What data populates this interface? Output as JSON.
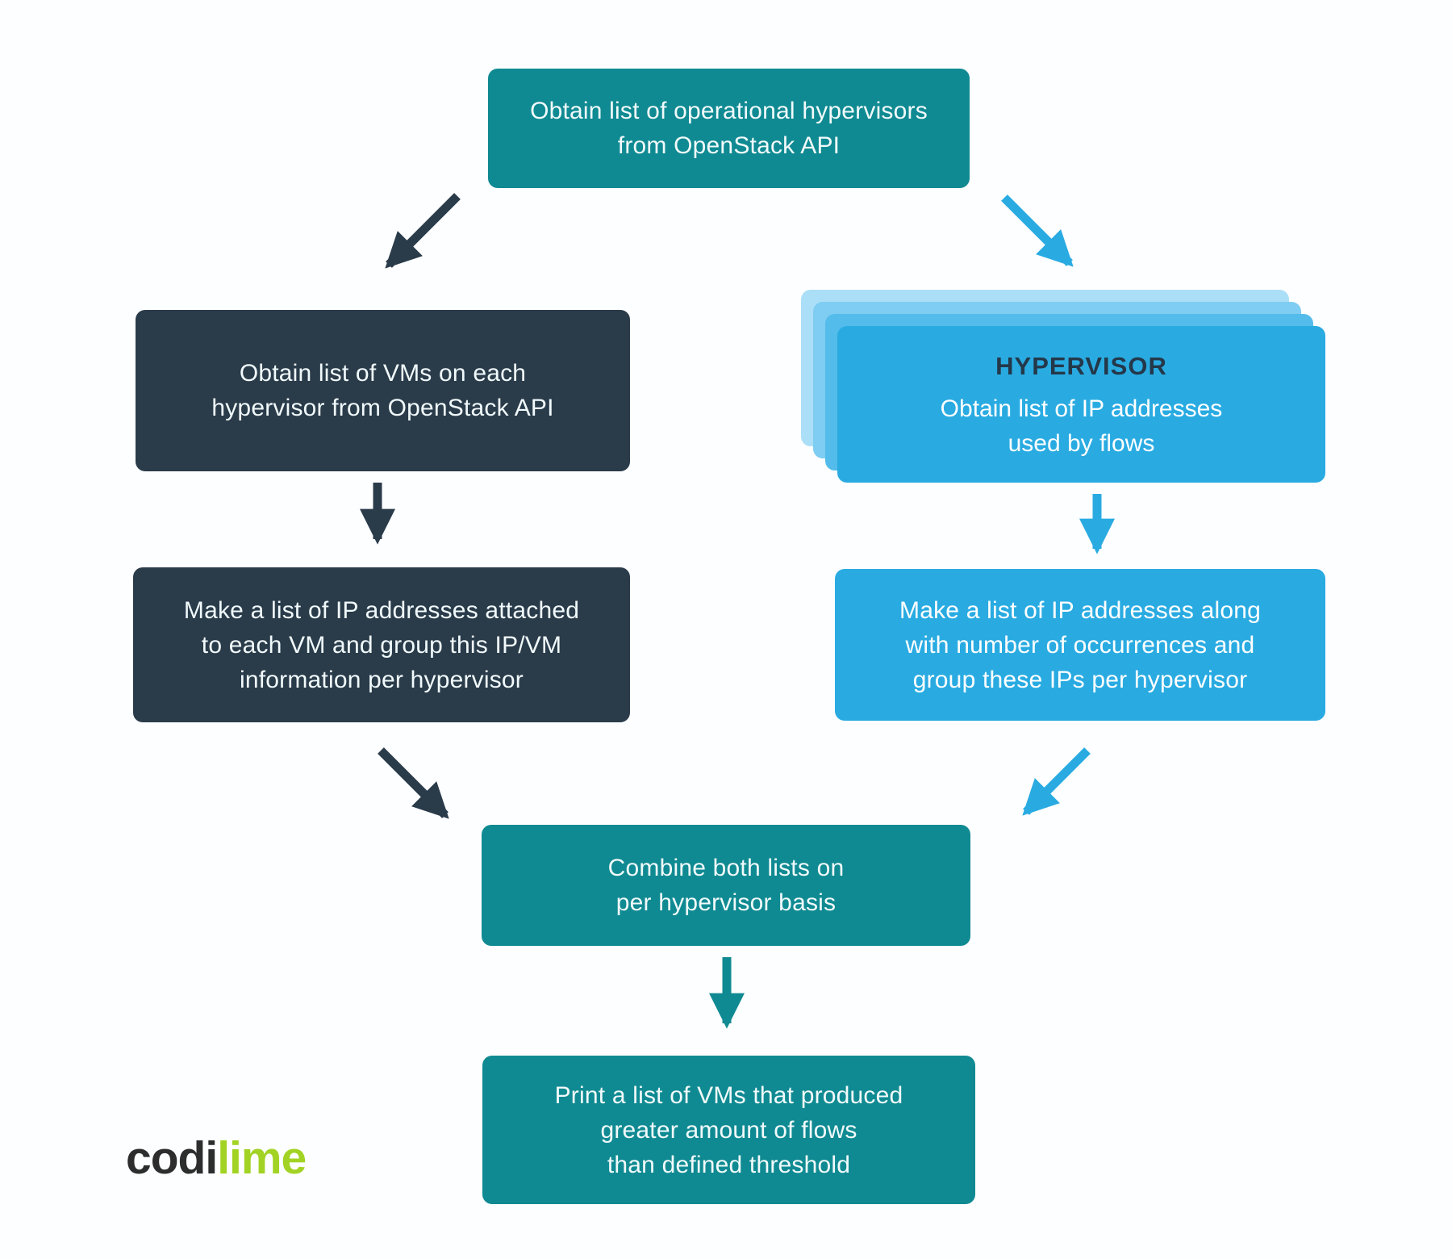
{
  "colors": {
    "teal": "#108A92",
    "dark": "#2A3B4A",
    "blue": "#29ABE2",
    "stack1": "#ABDFF8",
    "stack2": "#7FCDF2",
    "stack3": "#53BCEA",
    "title": "#24384A",
    "boxtext": "#F1FAFB",
    "lime": "#A2D324",
    "codi": "#2D2D2D",
    "bg": "#FDFEFF"
  },
  "flowchart": {
    "nodes": {
      "obtain_hypervisors": {
        "lines": [
          "Obtain list of operational hypervisors",
          "from OpenStack API"
        ]
      },
      "obtain_vms": {
        "lines": [
          "Obtain list of VMs on each",
          "hypervisor from OpenStack API"
        ]
      },
      "hypervisor_card": {
        "title": "HYPERVISOR",
        "lines": [
          "Obtain list of IP addresses",
          "used by flows"
        ]
      },
      "ip_vm_list": {
        "lines": [
          "Make a list of IP addresses attached",
          "to each VM and group this IP/VM",
          "information per hypervisor"
        ]
      },
      "ip_occurrences": {
        "lines": [
          "Make a list of IP addresses along",
          "with number of occurrences and",
          "group these IPs per hypervisor"
        ]
      },
      "combine_lists": {
        "lines": [
          "Combine both lists on",
          "per hypervisor basis"
        ]
      },
      "print_vms": {
        "lines": [
          "Print a list of VMs that produced",
          "greater amount of flows",
          "than defined threshold"
        ]
      }
    },
    "logo": {
      "prefix": "codi",
      "suffix": "lime"
    }
  }
}
